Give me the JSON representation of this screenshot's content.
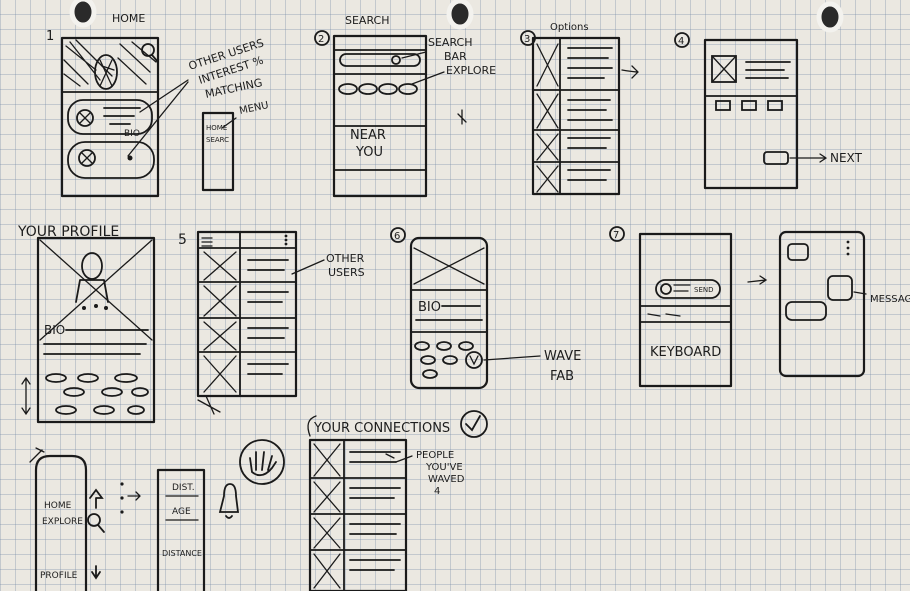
{
  "labels": {
    "home": "HOME",
    "num1": "1",
    "other_users": "OTHER USERS",
    "interest": "INTEREST %",
    "matching": "MATCHING",
    "menu": "MENU",
    "menu_home": "HOME",
    "menu_search": "SEARC",
    "bio_small": "BIO",
    "num2": "2",
    "search": "SEARCH",
    "search_bar_1": "SEARCH",
    "search_bar_2": "BAR",
    "explore": "EXPLORE",
    "near": "NEAR",
    "you": "YOU",
    "num3": "3",
    "options": "Options",
    "num4": "4",
    "next": "NEXT",
    "your_profile": "YOUR PROFILE",
    "bio_profile": "BIO",
    "num5": "5",
    "other_users_2a": "OTHER",
    "other_users_2b": "USERS",
    "num6": "6",
    "bio_6": "BIO",
    "wave": "WAVE",
    "fab": "FAB",
    "num7": "7",
    "send": "SEND",
    "keyboard": "KEYBOARD",
    "message": "MESSAGE",
    "your_connections": "YOUR CONNECTIONS",
    "people_1": "PEOPLE",
    "people_2": "YOU'VE",
    "people_3": "WAVED",
    "people_4": "4",
    "nav_home": "HOME",
    "nav_explore": "EXPLORE",
    "nav_profile": "PROFILE",
    "filter_dist": "DIST.",
    "filter_age": "AGE",
    "filter_distance": "DISTANCE"
  }
}
